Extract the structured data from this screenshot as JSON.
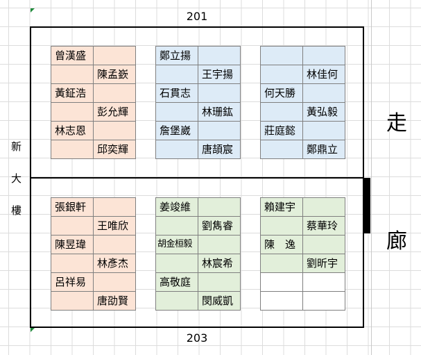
{
  "rooms": {
    "top_number": "201",
    "bottom_number": "203"
  },
  "building_label": [
    "新",
    "大",
    "樓"
  ],
  "corridor_label": [
    "走",
    "廊"
  ],
  "top_room": {
    "groups": [
      {
        "color": "#fce4d6",
        "cells": [
          [
            "曾漢盛",
            ""
          ],
          [
            "",
            "陳孟嶔"
          ],
          [
            "黃鉦浩",
            ""
          ],
          [
            "",
            "彭允輝"
          ],
          [
            "林志恩",
            ""
          ],
          [
            "",
            "邱奕輝"
          ]
        ]
      },
      {
        "color": "#ddebf7",
        "cells": [
          [
            "鄭立揚",
            ""
          ],
          [
            "",
            "王宇揚"
          ],
          [
            "石貫志",
            ""
          ],
          [
            "",
            "林珊鈜"
          ],
          [
            "詹堡崴",
            ""
          ],
          [
            "",
            "唐頡宸"
          ]
        ]
      },
      {
        "color": "#ddebf7",
        "cells": [
          [
            "",
            ""
          ],
          [
            "",
            "林佳何"
          ],
          [
            "何天勝",
            ""
          ],
          [
            "",
            "黃弘毅"
          ],
          [
            "莊庭懿",
            ""
          ],
          [
            "",
            "鄭鼎立"
          ]
        ]
      }
    ]
  },
  "bottom_room": {
    "groups": [
      {
        "color": "#fce4d6",
        "cells": [
          [
            "張銀軒",
            ""
          ],
          [
            "",
            "王唯欣"
          ],
          [
            "陳昱瑋",
            ""
          ],
          [
            "",
            "林彥杰"
          ],
          [
            "呂祥易",
            ""
          ],
          [
            "",
            "唐劭賢"
          ]
        ]
      },
      {
        "color": "#e2efda",
        "cells": [
          [
            "姜竣維",
            ""
          ],
          [
            "",
            "劉雋睿"
          ],
          [
            "胡金桓毅",
            ""
          ],
          [
            "",
            "林宸希"
          ],
          [
            "高敬庭",
            ""
          ],
          [
            "",
            "閔威凱"
          ]
        ]
      },
      {
        "color": "#e2efda",
        "cells": [
          [
            "賴建宇",
            ""
          ],
          [
            "",
            "蔡華玲"
          ],
          [
            "陳　逸",
            ""
          ],
          [
            "",
            "劉昕宇"
          ],
          [
            "",
            ""
          ],
          [
            "",
            ""
          ]
        ]
      }
    ]
  }
}
